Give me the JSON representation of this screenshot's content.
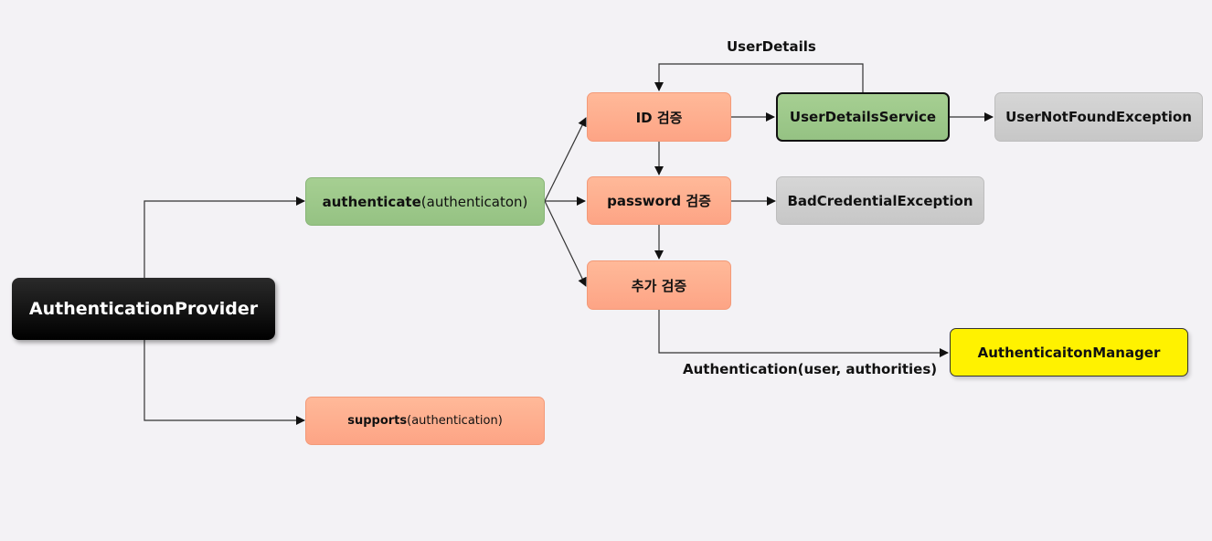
{
  "nodes": {
    "provider": "AuthenticationProvider",
    "authenticate_name": "authenticate",
    "authenticate_args": "(authenticaton)",
    "supports_name": "supports",
    "supports_args": "(authentication)",
    "id_check": "ID 검증",
    "password_check": "password 검증",
    "extra_check": "추가 검증",
    "user_details_service": "UserDetailsService",
    "user_not_found": "UserNotFoundException",
    "bad_credential": "BadCredentialException",
    "manager": "AuthenticaitonManager"
  },
  "edge_labels": {
    "user_details": "UserDetails",
    "authentication_result": "Authentication(user, authorities)"
  },
  "colors": {
    "background": "#f3f2f5",
    "orange": "#fda485",
    "green": "#95c283",
    "grey": "#c7c7c7",
    "black": "#000000",
    "yellow": "#fff200"
  }
}
